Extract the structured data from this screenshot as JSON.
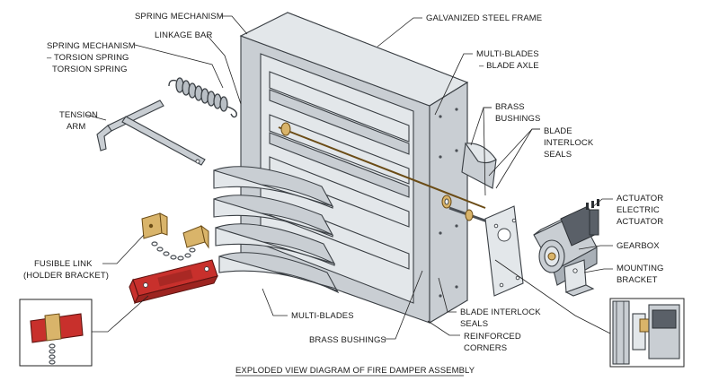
{
  "labels": {
    "spring_mechanism_top": "SPRING MECHANISM",
    "galvanized_frame": "GALVANIZED STEEL FRAME",
    "spring_torsion_1": "SPRING MECHANISM",
    "spring_torsion_2": "– TORSION SPRING",
    "spring_torsion_3": "TORSION SPRING",
    "linkage_bar": "LINKAGE BAR",
    "multiblades_axle_1": "MULTI-BLADES",
    "multiblades_axle_2": "– BLADE AXLE",
    "tension_arm_1": "TENSION",
    "tension_arm_2": "ARM",
    "brass_bushings_r_1": "BRASS",
    "brass_bushings_r_2": "BUSHINGS",
    "blade_interlock_r_1": "BLADE",
    "blade_interlock_r_2": "INTERLOCK",
    "blade_interlock_r_3": "SEALS",
    "actuator_1": "ACTUATOR",
    "actuator_2": "ELECTRIC",
    "actuator_3": "ACTUATOR",
    "gearbox": "GEARBOX",
    "mounting_1": "MOUNTING",
    "mounting_2": "BRACKET",
    "fusible_1": "FUSIBLE LINK",
    "fusible_2": "(HOLDER BRACKET)",
    "multiblades_bottom": "MULTI-BLADES",
    "blade_interlock_b_1": "BLADE INTERLOCK",
    "blade_interlock_b_2": "SEALS",
    "brass_bushings_b": "BRASS BUSHINGS",
    "reinforced_1": "REINFORCED",
    "reinforced_2": "CORNERS",
    "caption": "EXPLODED VIEW DIAGRAM OF FIRE DAMPER ASSEMBLY"
  },
  "colors": {
    "metal": "#c9ced3",
    "brass": "#d9b46a",
    "fusible_link_red": "#c8302c"
  }
}
